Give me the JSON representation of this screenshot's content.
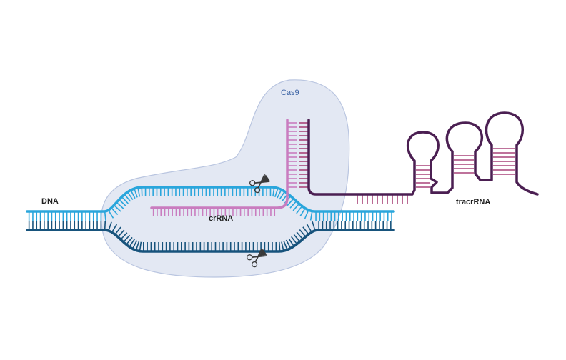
{
  "labels": {
    "protein": "Cas9",
    "dna": "DNA",
    "crrna": "crRNA",
    "tracrrna": "tracrRNA"
  },
  "colors": {
    "cas9_fill": "#e3e8f3",
    "cas9_stroke": "#b9c5e0",
    "dna_top_strand": "#2aa6dc",
    "dna_bottom_strand": "#17537c",
    "crrna": "#c97cbf",
    "tracrrna": "#4b1f52",
    "tracrrna_pairs": "#a8447a",
    "scissors": "#3a3a3a"
  },
  "icons": [
    "scissors-icon",
    "scissors-icon"
  ]
}
